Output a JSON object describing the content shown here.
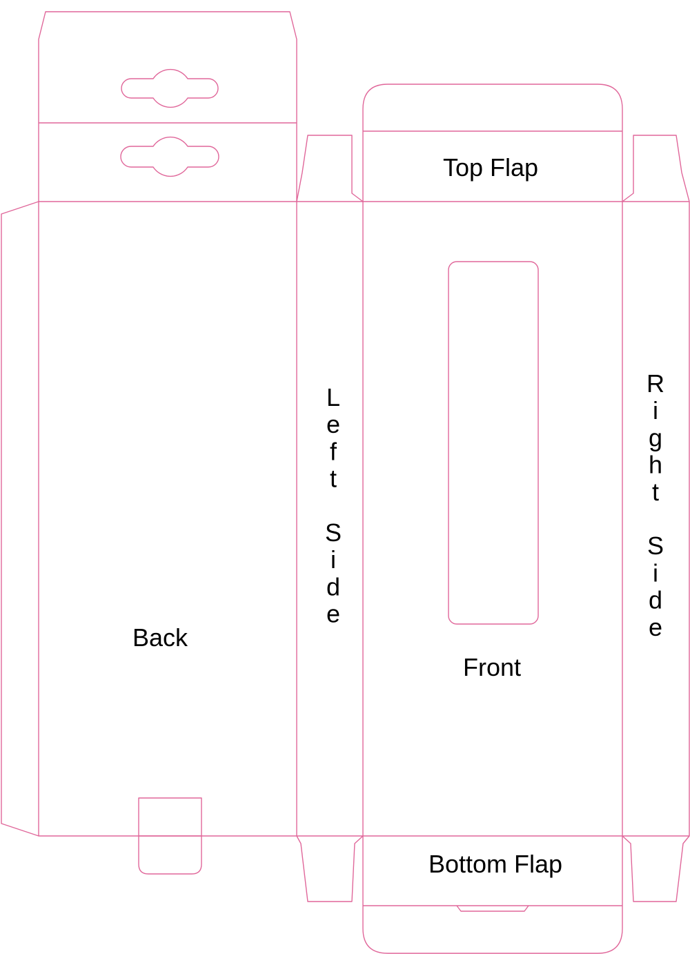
{
  "colors": {
    "line": "#e0679a",
    "text": "#000000",
    "background": "#ffffff"
  },
  "labels": {
    "top_flap": "Top Flap",
    "back": "Back",
    "left_side": "Left Side",
    "front": "Front",
    "right_side": "Right Side",
    "bottom_flap": "Bottom Flap"
  }
}
